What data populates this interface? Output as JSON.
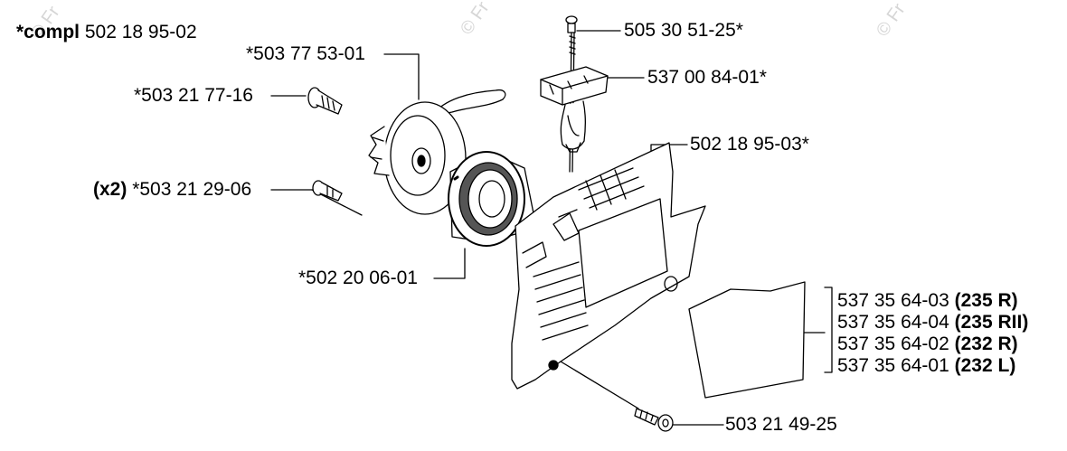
{
  "watermark": "© Fr",
  "kit_label": {
    "prefix": "*compl",
    "number": "502 18 95-02"
  },
  "parts": {
    "cap_screw": "505 30 51-25*",
    "handle": "537 00 84-01*",
    "recoil_spring": "*503 77 53-01",
    "pulley_screw": "*503 21 77-16",
    "qty_x2": "(x2)",
    "housing_screw": "*503 21 29-06",
    "cover": "502 18 95-03*",
    "spring_cassette": "*502 20 06-01",
    "bottom_screw": "503 21 49-25"
  },
  "decals": [
    {
      "number": "537 35 64-03",
      "model": "(235 R)"
    },
    {
      "number": "537 35 64-04",
      "model": "(235 RII)"
    },
    {
      "number": "537 35 64-02",
      "model": "(232 R)"
    },
    {
      "number": "537 35 64-01",
      "model": "(232 L)"
    }
  ]
}
